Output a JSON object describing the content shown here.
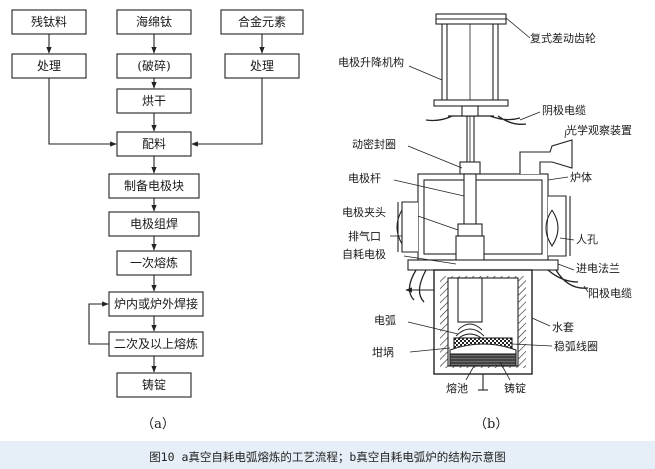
{
  "flowchart": {
    "box_residue": "残钛料",
    "box_sponge": "海绵钛",
    "box_alloy": "合金元素",
    "box_process_left": "处理",
    "box_crush": "(破碎)",
    "box_process_right": "处理",
    "box_dry": "烘干",
    "box_batch": "配料",
    "box_electrode_block": "制备电极块",
    "box_electrode_weld": "电极组焊",
    "box_first_melt": "一次熔炼",
    "box_inout_weld": "炉内或炉外焊接",
    "box_second_melt": "二次及以上熔炼",
    "box_ingot": "铸锭",
    "sub_label": "（a）"
  },
  "furnace": {
    "label_gear": "复式差动齿轮",
    "label_lift": "电极升降机构",
    "label_cathode_cable": "阴极电缆",
    "label_seal": "动密封圈",
    "label_optical": "光学观察装置",
    "label_rod": "电极杆",
    "label_body": "炉体",
    "label_clamp": "电极夹头",
    "label_exhaust": "排气口",
    "label_manhole": "人孔",
    "label_consumable": "自耗电极",
    "label_flange": "进电法兰",
    "label_anode_cable": "阳极电缆",
    "label_arc": "电弧",
    "label_jacket": "水套",
    "label_crucible": "坩埚",
    "label_coil": "稳弧线圈",
    "label_pool": "熔池",
    "label_ingot": "铸锭",
    "sub_label": "（b）"
  },
  "caption": "图10 a真空自耗电弧熔炼的工艺流程；b真空自耗电弧炉的结构示意图"
}
